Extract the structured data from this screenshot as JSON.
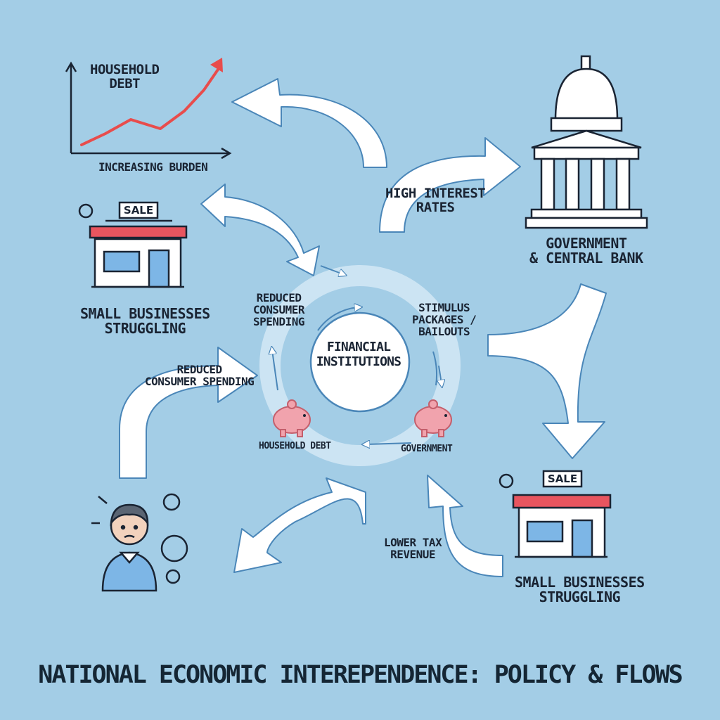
{
  "title": "NATIONAL ECONOMIC INTEREPENDENCE: POLICY & FLOWS",
  "chart_block": {
    "label_lines": [
      "HOUSEHOLD",
      "DEBT"
    ],
    "caption": "INCREASING BURDEN"
  },
  "government": {
    "label_lines": [
      "GOVERNMENT",
      "& CENTRAL BANK"
    ]
  },
  "business_left": {
    "sign": "SALE",
    "label_lines": [
      "SMALL BUSINESSES",
      "STRUGGLING"
    ]
  },
  "business_right": {
    "sign": "SALE",
    "label_lines": [
      "SMALL BUSINESSES",
      "STRUGGLING"
    ]
  },
  "center": {
    "label_lines": [
      "FINANCIAL",
      "INSTITUTIONS"
    ]
  },
  "flows": {
    "high_interest": [
      "HIGH INTEREST",
      "RATES"
    ],
    "reduced_inner": [
      "REDUCED",
      "CONSUMER",
      "SPENDING"
    ],
    "stimulus": [
      "STIMULUS",
      "PACKAGES /",
      "BAILOUTS"
    ],
    "reduced_outer": [
      "REDUCED",
      "CONSUMER SPENDING"
    ],
    "lower_tax": [
      "LOWER TAX",
      "REVENUE"
    ],
    "household_debt_small": "HOUSEHOLD DEBT",
    "government_small": "GOVERNMENT"
  },
  "colors": {
    "background": "#a3cde6",
    "arrow_fill": "#ffffff",
    "arrow_stroke": "#4a86b8",
    "awning_red": "#e8555f",
    "awning_grey": "#d9dde2",
    "debt_line": "#e84c4c",
    "piggy": "#f1a3ad",
    "person_shirt": "#7db6e6"
  }
}
